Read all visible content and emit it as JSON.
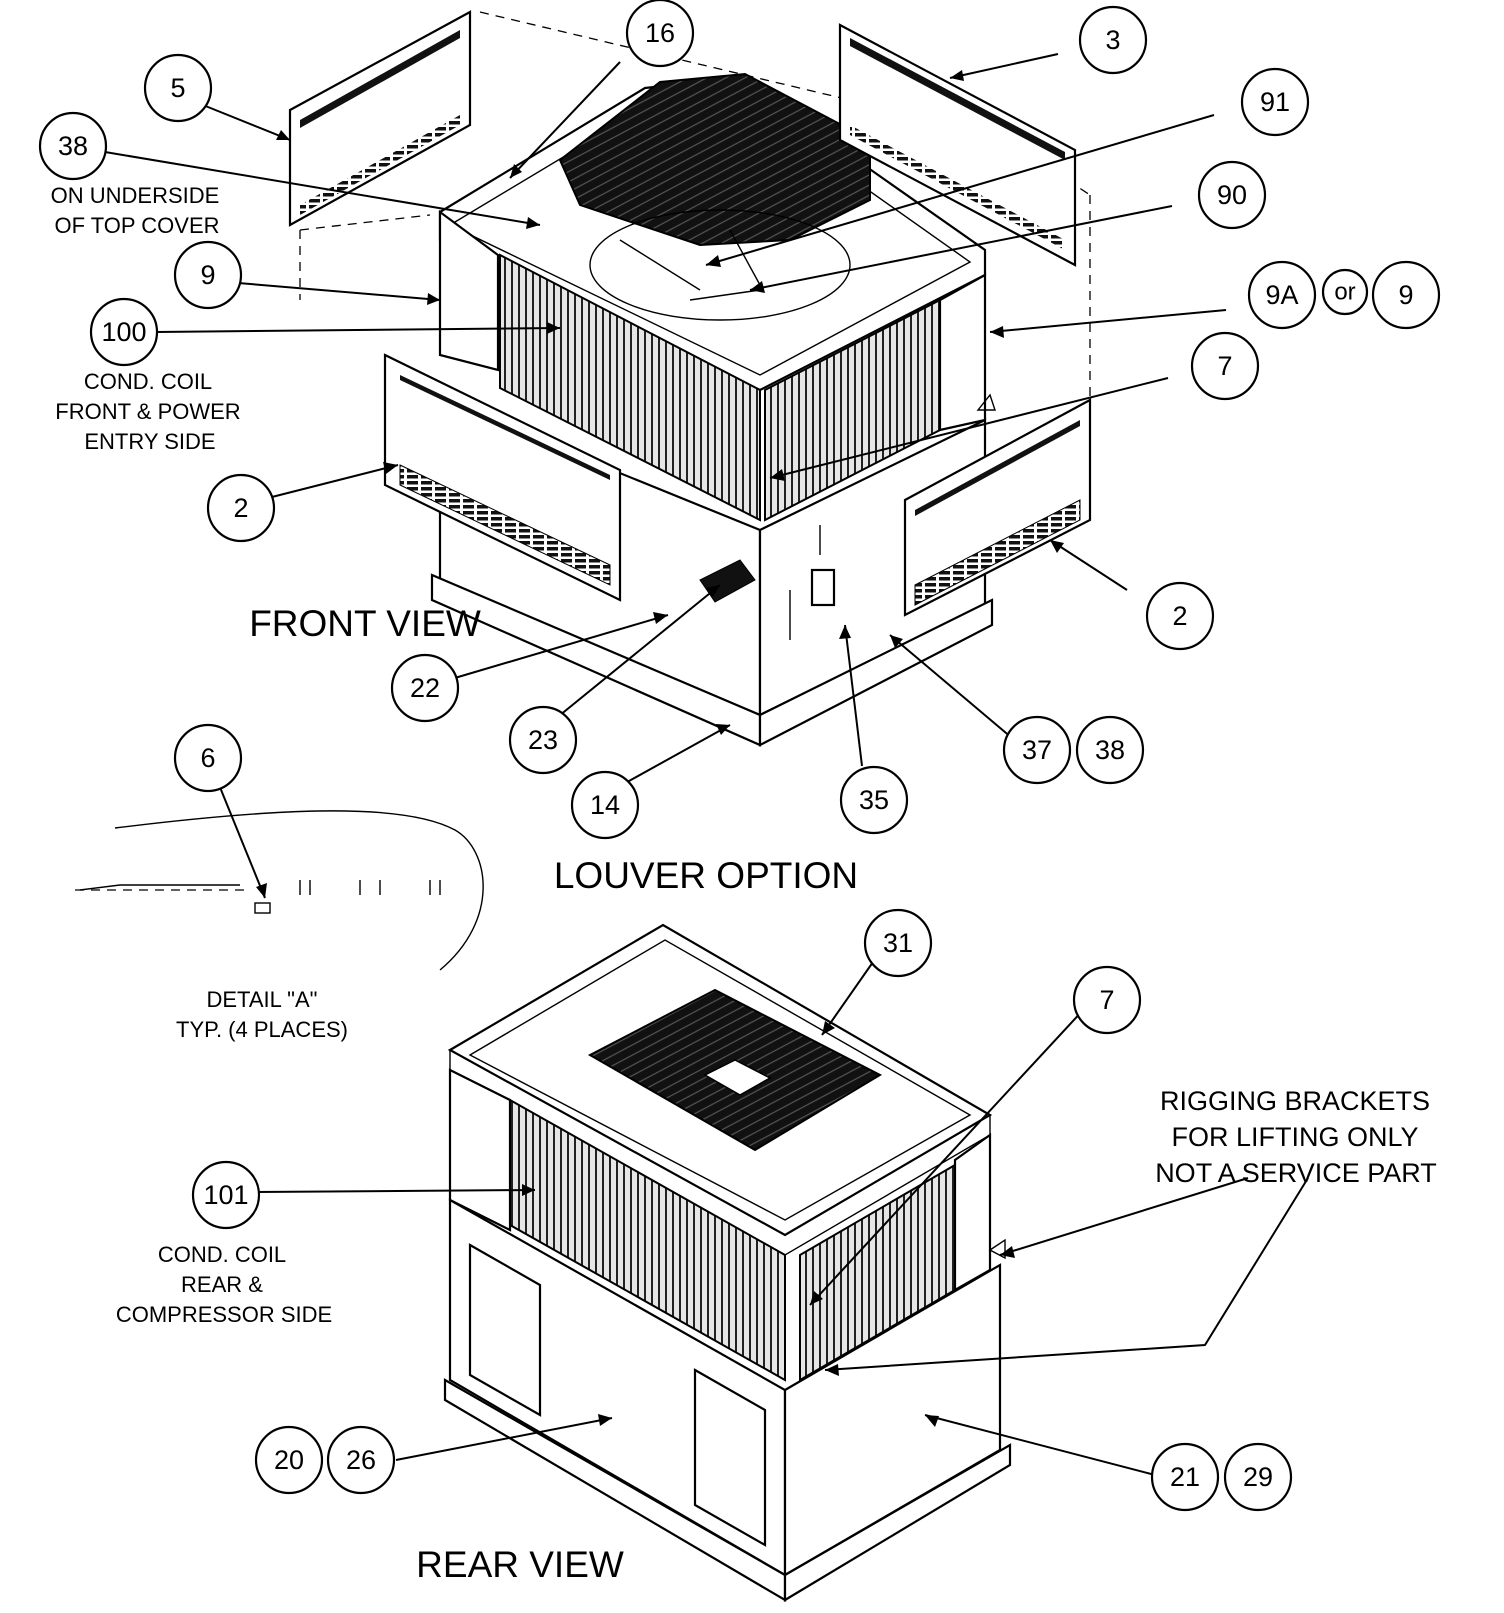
{
  "titles": {
    "front_view": "FRONT VIEW",
    "louver_option": "LOUVER OPTION",
    "rear_view": "REAR VIEW"
  },
  "notes": {
    "n38_line1": "ON UNDERSIDE",
    "n38_line2": "OF TOP COVER",
    "n100_line1": "COND. COIL",
    "n100_line2": "FRONT & POWER",
    "n100_line3": "ENTRY SIDE",
    "detail_line1": "DETAIL \"A\"",
    "detail_line2": "TYP. (4 PLACES)",
    "n101_line1": "COND. COIL",
    "n101_line2": "REAR &",
    "n101_line3": "COMPRESSOR SIDE",
    "rig_line1": "RIGGING BRACKETS",
    "rig_line2": "FOR LIFTING ONLY",
    "rig_line3": "NOT A SERVICE PART"
  },
  "callouts": {
    "c16": "16",
    "c3": "3",
    "c5": "5",
    "c91": "91",
    "c38a": "38",
    "c90": "90",
    "c9a": "9",
    "c9A": "9A",
    "c_or": "or",
    "c9b": "9",
    "c100": "100",
    "c7a": "7",
    "c2a": "2",
    "c2b": "2",
    "c22": "22",
    "c23": "23",
    "c37": "37",
    "c38b": "38",
    "c6": "6",
    "c14": "14",
    "c35": "35",
    "c31": "31",
    "c7b": "7",
    "c101": "101",
    "c20": "20",
    "c26": "26",
    "c21": "21",
    "c29": "29"
  }
}
